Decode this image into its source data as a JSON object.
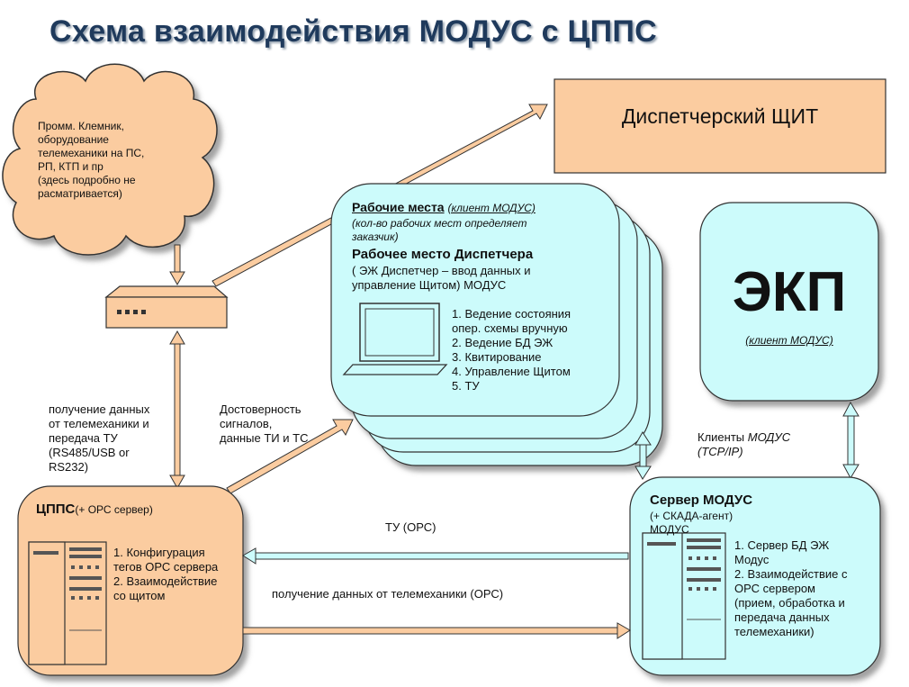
{
  "title": "Схема взаимодействия МОДУС с ЦППС",
  "cloud": {
    "text": "Промм. Клемник,\nоборудование\nтелемеханики на ПС,\nРП, КТП и пр\n(здесь подробно не\nрасматривается)"
  },
  "dispatcher_board": {
    "label": "Диспетчерский ЩИТ"
  },
  "workstations": {
    "heading": "Рабочие места",
    "heading_note": "(клиент МОДУС)",
    "count_note": "(кол-во рабочих мест определяет\nзаказчик)",
    "dispatcher_heading": "Рабочее место Диспетчера",
    "dispatcher_desc": "( ЭЖ Диспетчер – ввод данных и\nуправление Щитом)  МОДУС",
    "tasks": "1. Ведение состояния\nопер. схемы вручную\n2. Ведение БД ЭЖ\n3. Квитирование\n4. Управление Щитом\n5. ТУ"
  },
  "ekp": {
    "label": "ЭКП",
    "note": "(клиент МОДУС)"
  },
  "labels": {
    "telemechanics_data": "получение данных\nот телемеханики и\nпередача ТУ\n(RS485/USB or\nRS232)",
    "reliability": "Достоверность\nсигналов,\nданные ТИ и ТС",
    "clients_modus": "Клиенты",
    "clients_modus_italic": "МОДУС\n(TCP/IP)",
    "tu_opc": "ТУ (ОРС)",
    "data_opc": "получение данных  от телемеханики  (ОРС)"
  },
  "cpps": {
    "heading": "ЦППС",
    "heading_note": "(+ ОРС сервер)",
    "tasks": "1. Конфигурация\nтегов ОРС сервера\n2. Взаимодействие\nсо щитом"
  },
  "server": {
    "heading": "Сервер МОДУС",
    "sub": "(+ СКАДА-агент)\nМОДУС",
    "tasks": "1. Сервер БД ЭЖ\nМодус\n2. Взаимодействие с\nОРС сервером\n(прием, обработка и\nпередача данных\nтелемеханики)"
  },
  "colors": {
    "peach": "#fbcca0",
    "cyan": "#ccfbfb",
    "title": "#1f3a5c"
  }
}
